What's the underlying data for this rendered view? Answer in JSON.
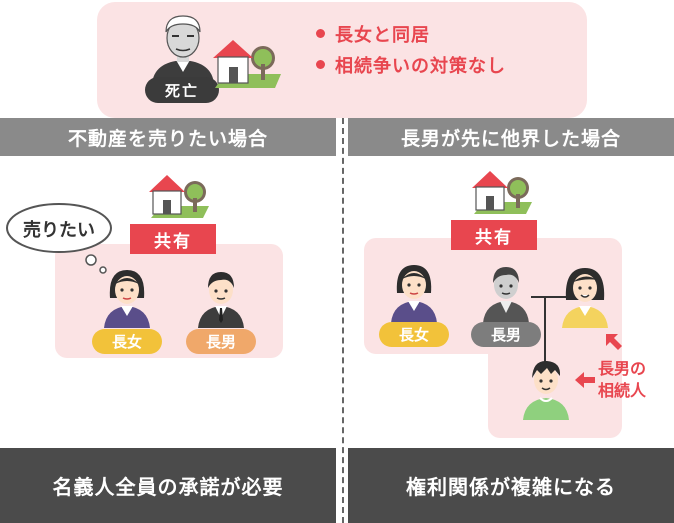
{
  "top": {
    "deceased_label": "死亡",
    "bullets": [
      "長女と同居",
      "相続争いの対策なし"
    ]
  },
  "left": {
    "header": "不動産を売りたい場合",
    "co_ownership_label": "共有",
    "speech": "売りたい",
    "persons": [
      "長女",
      "長男"
    ],
    "footer": "名義人全員の承諾が必要"
  },
  "right": {
    "header": "長男が先に他界した場合",
    "co_ownership_label": "共有",
    "persons": [
      "長女",
      "長男"
    ],
    "annotation_line1": "長男の",
    "annotation_line2": "相続人",
    "footer": "権利関係が複雑になる"
  },
  "colors": {
    "accent_red": "#e8464f",
    "panel_pink": "#fbe3e4",
    "header_gray": "#8a8a8a",
    "footer_dark": "#4b4b4b",
    "pill_yellow": "#f2c23a",
    "pill_orange": "#f0a86a"
  },
  "icons": [
    "elderly-man-icon",
    "house-icon",
    "woman-icon",
    "man-icon",
    "boy-icon",
    "arrow-icon"
  ]
}
